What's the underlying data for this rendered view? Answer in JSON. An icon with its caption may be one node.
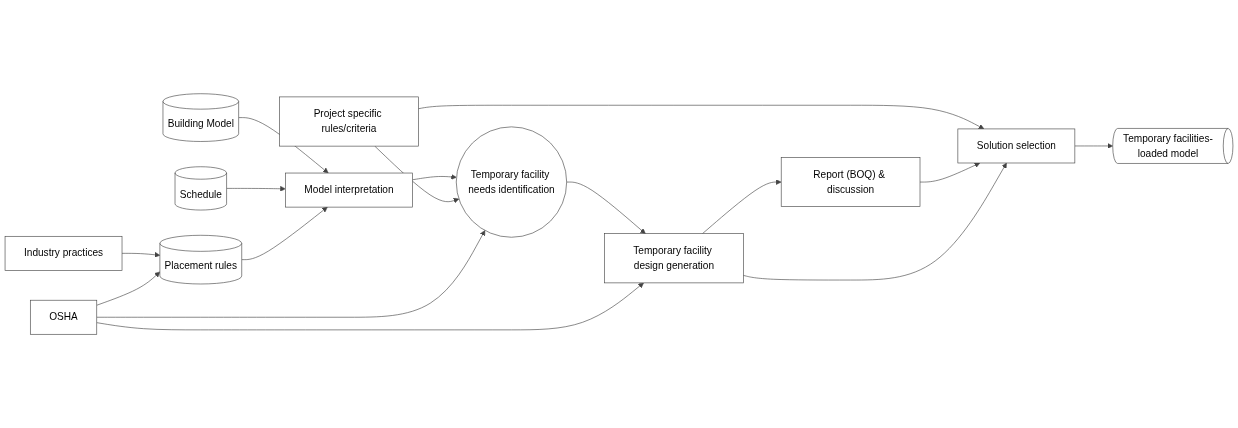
{
  "diagram": {
    "nodes": [
      {
        "text": [
          "Building Model"
        ]
      },
      {
        "text": [
          "Schedule"
        ]
      },
      {
        "text": [
          "Model interpretation"
        ]
      },
      {
        "text": [
          "Project specific rules/criteria"
        ]
      },
      {
        "text": [
          "Temporary facility needs identification"
        ]
      },
      {
        "text": [
          "Report (BOQ) & discussion"
        ]
      },
      {
        "text": [
          "Temporary facility design generation"
        ]
      },
      {
        "text": [
          "Solution selection"
        ]
      },
      {
        "text": [
          "Temporary facilities-loaded model"
        ]
      },
      {
        "text": [
          "Industry practices"
        ]
      },
      {
        "text": [
          "Placement rules"
        ]
      },
      {
        "text": [
          "OSHA"
        ]
      }
    ],
    "edges": [
      {
        "from": 0,
        "to": 2,
        "arrow": "to"
      },
      {
        "from": 1,
        "to": 2,
        "arrow": "to"
      },
      {
        "from": 10,
        "to": 2,
        "arrow": "to"
      },
      {
        "from": 2,
        "to": 4,
        "arrow": "to"
      },
      {
        "from": 3,
        "to": 4,
        "arrow": "to"
      },
      {
        "from": 3,
        "to": 7,
        "arrow": "to"
      },
      {
        "from": 4,
        "to": 6,
        "arrow": "to"
      },
      {
        "from": 6,
        "to": 5,
        "arrow": "to"
      },
      {
        "from": 5,
        "to": 7,
        "arrow": "to"
      },
      {
        "from": 6,
        "to": 7,
        "arrow": "to"
      },
      {
        "from": 7,
        "to": 8,
        "arrow": "to"
      },
      {
        "from": 9,
        "to": 10,
        "arrow": "to"
      },
      {
        "from": 11,
        "to": 10,
        "arrow": "to"
      },
      {
        "from": 11,
        "to": 4,
        "arrow": "to"
      },
      {
        "from": 11,
        "to": 6,
        "arrow": "to"
      }
    ]
  }
}
